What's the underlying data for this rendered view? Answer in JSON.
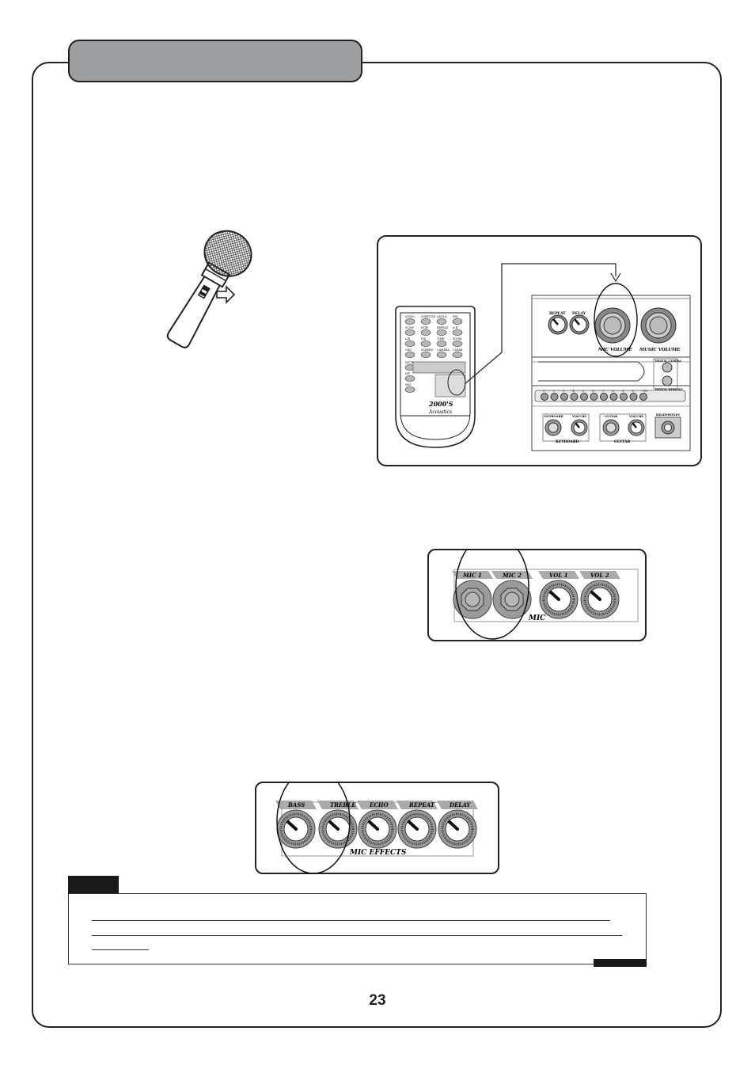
{
  "page": {
    "number": "23"
  },
  "remote": {
    "brand": "2000'S",
    "brand_sub": "Acoustics",
    "buttons_row1": [
      "AUDIO",
      "SUBTITLE",
      "ANGLE",
      "PBC"
    ],
    "buttons_row2": [
      "SLOW",
      "STEP",
      "REPEAT",
      "A-B"
    ],
    "buttons_row3": [
      "L/R",
      "P/N",
      "TIME",
      "ZOOM"
    ],
    "buttons_row4": [
      "OSD",
      "SCREEN",
      "CAMERA",
      "CLEAR"
    ],
    "side_labels": [
      "MUTE",
      "MP",
      "MIC"
    ]
  },
  "control_panel": {
    "knobs": [
      "REPEAT",
      "DELAY"
    ],
    "mic_volume": "MIC VOLUME",
    "music_volume": "MUSIC VOLUME",
    "side_labels": [
      "DIGITAL CAMERA",
      "DIGITAL KARAOKE"
    ],
    "keyboard": {
      "label": "KEYBOARD",
      "jacks": [
        "KEYBOARD",
        "VOLUME"
      ]
    },
    "guitar": {
      "label": "GUITAR",
      "jacks": [
        "GUITAR",
        "VOLUME"
      ]
    },
    "headphones": "HEADPHONES",
    "slot_numbers": [
      "1",
      "2",
      "3",
      "4",
      "5",
      "6",
      "7",
      "8",
      "9",
      "0",
      "+10"
    ]
  },
  "mic_panel": {
    "labels": [
      "MIC 1",
      "MIC 2",
      "VOL 1",
      "VOL 2"
    ],
    "group_label": "MIC"
  },
  "effects_panel": {
    "labels": [
      "BASS",
      "TREBLE",
      "ECHO",
      "REPEAT",
      "DELAY"
    ],
    "group_label": "MIC EFFECTS"
  }
}
